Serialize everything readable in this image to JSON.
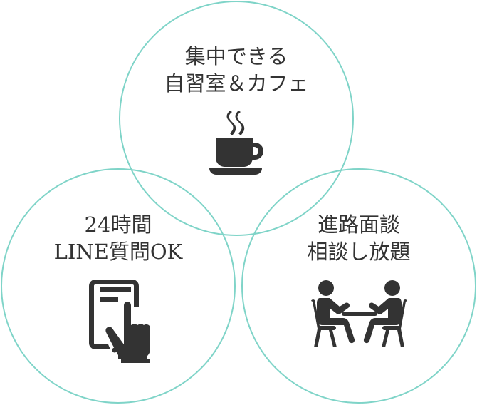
{
  "colors": {
    "ring": "#7fd4c8",
    "icon": "#333333",
    "text": "#333333",
    "background": "#ffffff"
  },
  "circles": [
    {
      "id": "top",
      "lines": [
        "集中できる",
        "自習室＆カフェ"
      ],
      "icon": "coffee-cup-icon"
    },
    {
      "id": "left",
      "lines": [
        "24時間",
        "LINE質問OK"
      ],
      "icon": "tablet-touch-icon"
    },
    {
      "id": "right",
      "lines": [
        "進路面談",
        "相談し放題"
      ],
      "icon": "meeting-people-icon"
    }
  ]
}
